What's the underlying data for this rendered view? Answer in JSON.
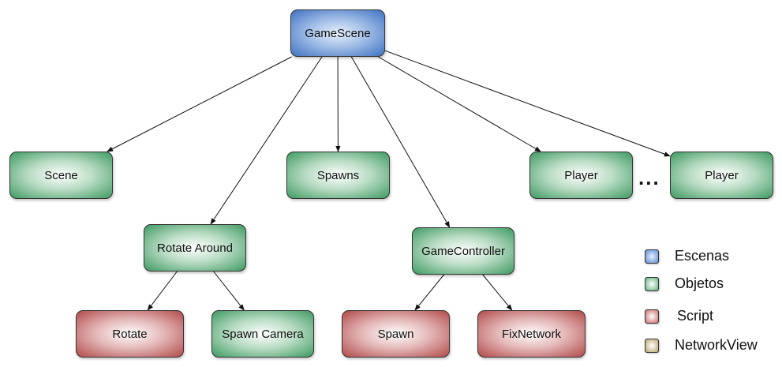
{
  "nodes": {
    "gamescene": "GameScene",
    "scene": "Scene",
    "spawns": "Spawns",
    "player_1": "Player",
    "player_2": "Player",
    "rotate_around": "Rotate Around",
    "gamecontroller": "GameController",
    "rotate": "Rotate",
    "spawn_camera": "Spawn Camera",
    "spawn": "Spawn",
    "fixnetwork": "FixNetwork"
  },
  "ellipsis": "...",
  "legend": [
    {
      "label": "Escenas",
      "color": "#5b8bd6"
    },
    {
      "label": "Objetos",
      "color": "#5fae7c"
    },
    {
      "label": "Script",
      "color": "#c96a6a"
    },
    {
      "label": "NetworkView",
      "color": "#b6a468"
    }
  ],
  "edges": [
    [
      "gamescene",
      "scene"
    ],
    [
      "gamescene",
      "rotate_around"
    ],
    [
      "gamescene",
      "spawns"
    ],
    [
      "gamescene",
      "gamecontroller"
    ],
    [
      "gamescene",
      "player_1"
    ],
    [
      "gamescene",
      "player_2"
    ],
    [
      "rotate_around",
      "rotate"
    ],
    [
      "rotate_around",
      "spawn_camera"
    ],
    [
      "gamecontroller",
      "spawn"
    ],
    [
      "gamecontroller",
      "fixnetwork"
    ]
  ]
}
